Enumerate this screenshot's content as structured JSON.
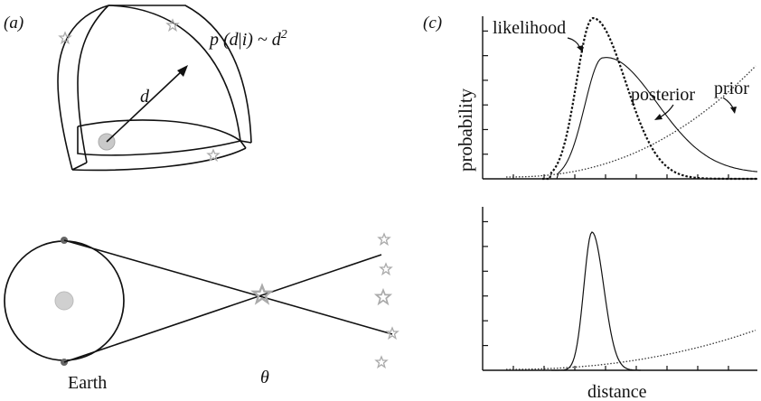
{
  "panel_a": {
    "label": "(a)",
    "formula_prefix": "p (d",
    "formula_bar": "|",
    "formula_mid": "i) ~ d",
    "formula_exp": "2",
    "radius_label": "d"
  },
  "panel_b": {
    "earth_label": "Earth",
    "theta_label": "θ"
  },
  "panel_c": {
    "label": "(c)",
    "ylabel": "probability",
    "xlabel": "distance",
    "likelihood_label": "likelihood",
    "posterior_label": "posterior",
    "prior_label": "prior"
  },
  "chart_data": [
    {
      "type": "line",
      "xlabel": "",
      "ylabel": "probability",
      "series": [
        {
          "name": "likelihood",
          "style": "dashed"
        },
        {
          "name": "posterior",
          "style": "solid"
        },
        {
          "name": "prior",
          "style": "dotted"
        }
      ]
    },
    {
      "type": "line",
      "xlabel": "distance",
      "ylabel": "",
      "series": [
        {
          "name": "",
          "style": "solid"
        },
        {
          "name": "",
          "style": "dotted"
        }
      ]
    }
  ]
}
